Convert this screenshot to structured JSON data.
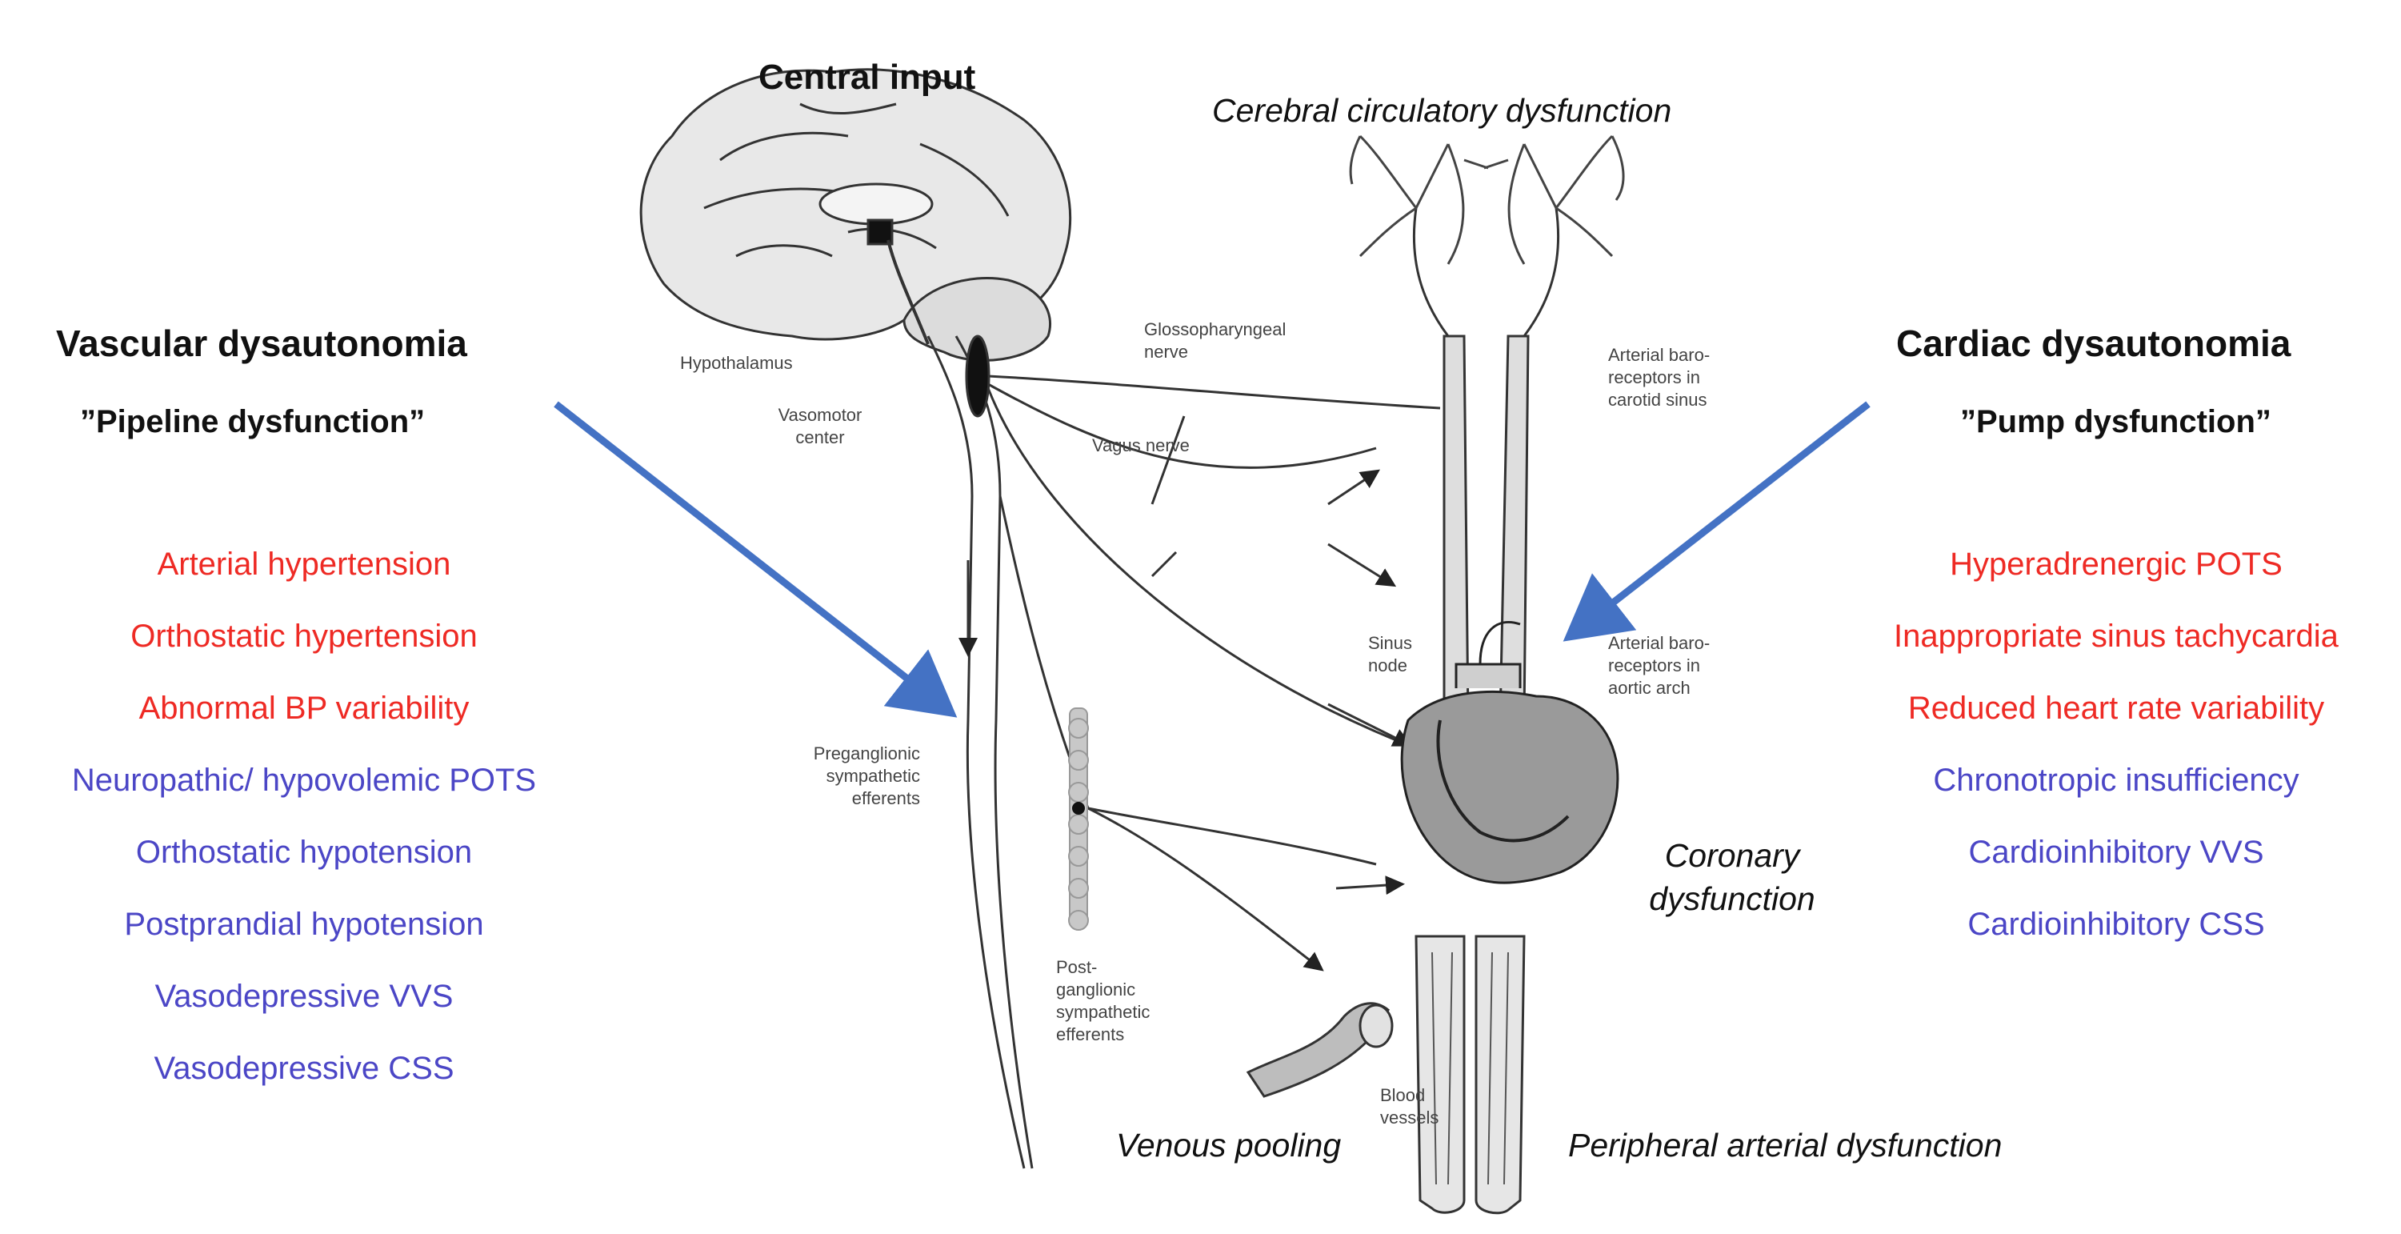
{
  "left": {
    "title": "Vascular dysautonomia",
    "subtitle": "”Pipeline dysfunction”",
    "items": [
      {
        "label": "Arterial hypertension",
        "color": "#ee2a24"
      },
      {
        "label": "Orthostatic hypertension",
        "color": "#ee2a24"
      },
      {
        "label": "Abnormal BP variability",
        "color": "#ee2a24"
      },
      {
        "label": "Neuropathic/ hypovolemic POTS",
        "color": "#4b46c6"
      },
      {
        "label": "Orthostatic hypotension",
        "color": "#4b46c6"
      },
      {
        "label": "Postprandial hypotension",
        "color": "#4b46c6"
      },
      {
        "label": "Vasodepressive VVS",
        "color": "#4b46c6"
      },
      {
        "label": "Vasodepressive CSS",
        "color": "#4b46c6"
      }
    ]
  },
  "right": {
    "title": "Cardiac dysautonomia",
    "subtitle": "”Pump dysfunction”",
    "items": [
      {
        "label": "Hyperadrenergic POTS",
        "color": "#ee2a24"
      },
      {
        "label": "Inappropriate sinus tachycardia",
        "color": "#ee2a24"
      },
      {
        "label": "Reduced heart rate variability",
        "color": "#ee2a24"
      },
      {
        "label": "Chronotropic insufficiency",
        "color": "#4b46c6"
      },
      {
        "label": "Cardioinhibitory VVS",
        "color": "#4b46c6"
      },
      {
        "label": "Cardioinhibitory CSS",
        "color": "#4b46c6"
      }
    ]
  },
  "center": {
    "central_input": "Central input",
    "cerebral": "Cerebral circulatory dysfunction",
    "coronary": "Coronary dysfunction",
    "venous": "Venous pooling",
    "peripheral": "Peripheral arterial dysfunction",
    "labels": {
      "hypothalamus": "Hypothalamus",
      "vasomotor": "Vasomotor center",
      "glosso": "Glossopharyngeal nerve",
      "vagus": "Vagus nerve",
      "baro_carotid": "Arterial baro- receptors in carotid sinus",
      "sinus_node": "Sinus node",
      "baro_aortic": "Arterial baro- receptors in aortic arch",
      "preganglionic": "Preganglionic sympathetic efferents",
      "postganglionic": "Post- ganglionic sympathetic efferents",
      "blood_vessels": "Blood vessels"
    }
  },
  "colors": {
    "red": "#ee2a24",
    "blue": "#4b46c6",
    "arrow": "#4472c4"
  }
}
